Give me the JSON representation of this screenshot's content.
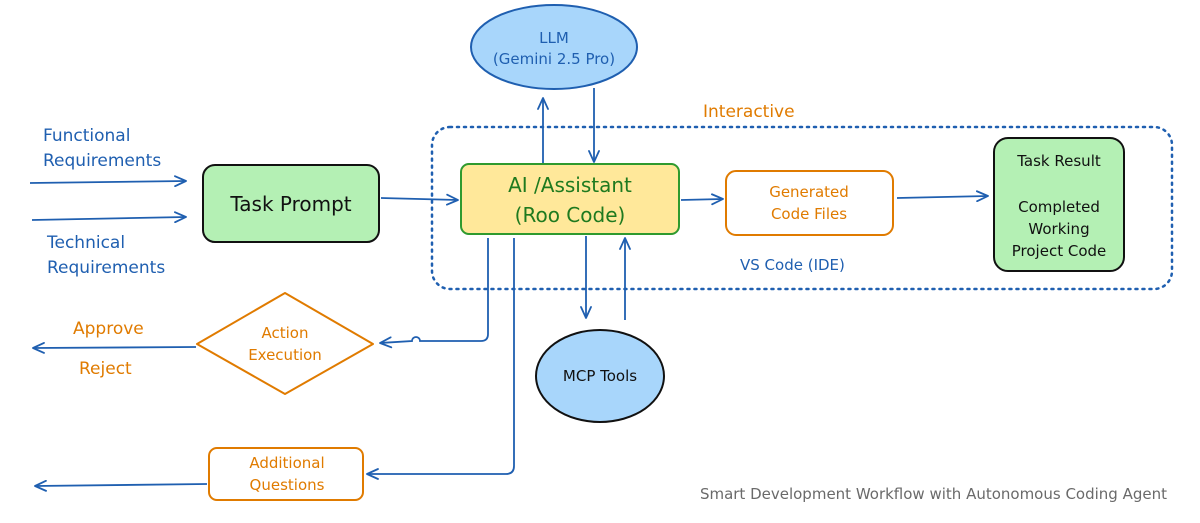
{
  "nodes": {
    "llm": {
      "line1": "LLM",
      "line2": "(Gemini 2.5 Pro)"
    },
    "task_prompt": {
      "label": "Task Prompt"
    },
    "assistant": {
      "line1": "AI /Assistant",
      "line2": "(Roo Code)"
    },
    "generated": {
      "line1": "Generated",
      "line2": "Code Files"
    },
    "task_result": {
      "line1": "Task Result",
      "line2": "Completed",
      "line3": "Working",
      "line4": "Project Code"
    },
    "action": {
      "line1": "Action",
      "line2": "Execution"
    },
    "mcp": {
      "label": "MCP Tools"
    },
    "additional": {
      "line1": "Additional",
      "line2": "Questions"
    }
  },
  "labels": {
    "functional_1": "Functional",
    "functional_2": "Requirements",
    "technical_1": "Technical",
    "technical_2": "Requirements",
    "interactive": "Interactive",
    "vscode": "VS Code (IDE)",
    "approve": "Approve",
    "reject": "Reject"
  },
  "caption": "Smart Development Workflow with Autonomous Coding Agent",
  "colors": {
    "blue": "#1f5fb0",
    "orange": "#e07b00",
    "green_fill": "#b4f0b4",
    "yellow_fill": "#ffe89a",
    "light_blue_fill": "#a8d6fb",
    "caption_gray": "#6a6a6a"
  }
}
